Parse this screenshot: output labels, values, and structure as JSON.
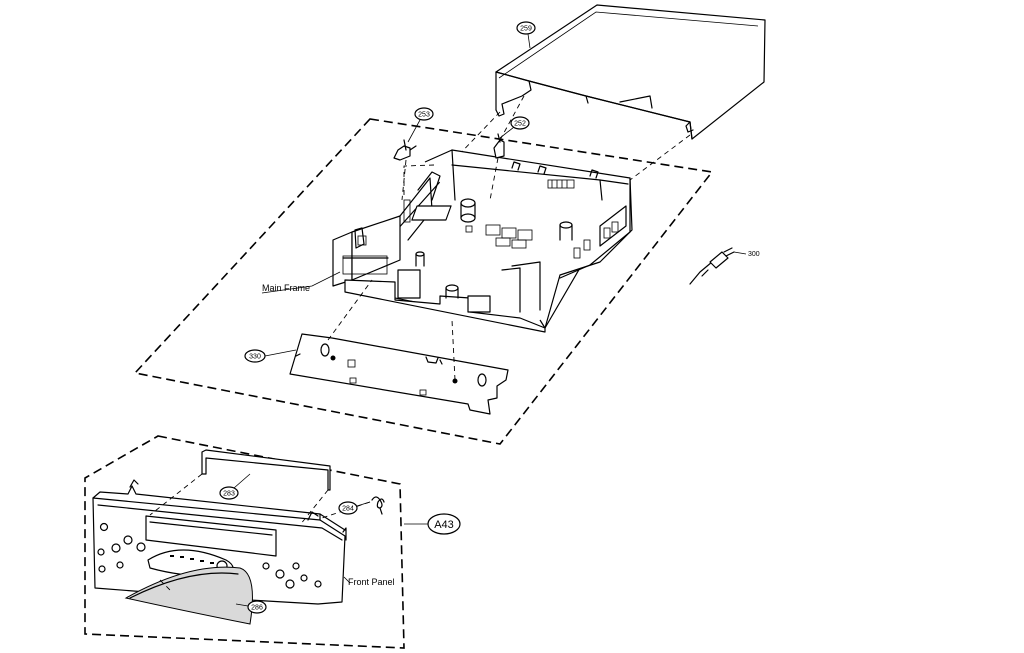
{
  "callouts": {
    "top_cover": "259",
    "bracket_left": "253",
    "bracket_right": "252",
    "pcb": "330",
    "power_cord": "300",
    "front_door": "283",
    "front_spring": "284",
    "front_window": "286"
  },
  "labels": {
    "main_frame": "Main Frame",
    "front_panel": "Front Panel",
    "assembly": "A43"
  }
}
